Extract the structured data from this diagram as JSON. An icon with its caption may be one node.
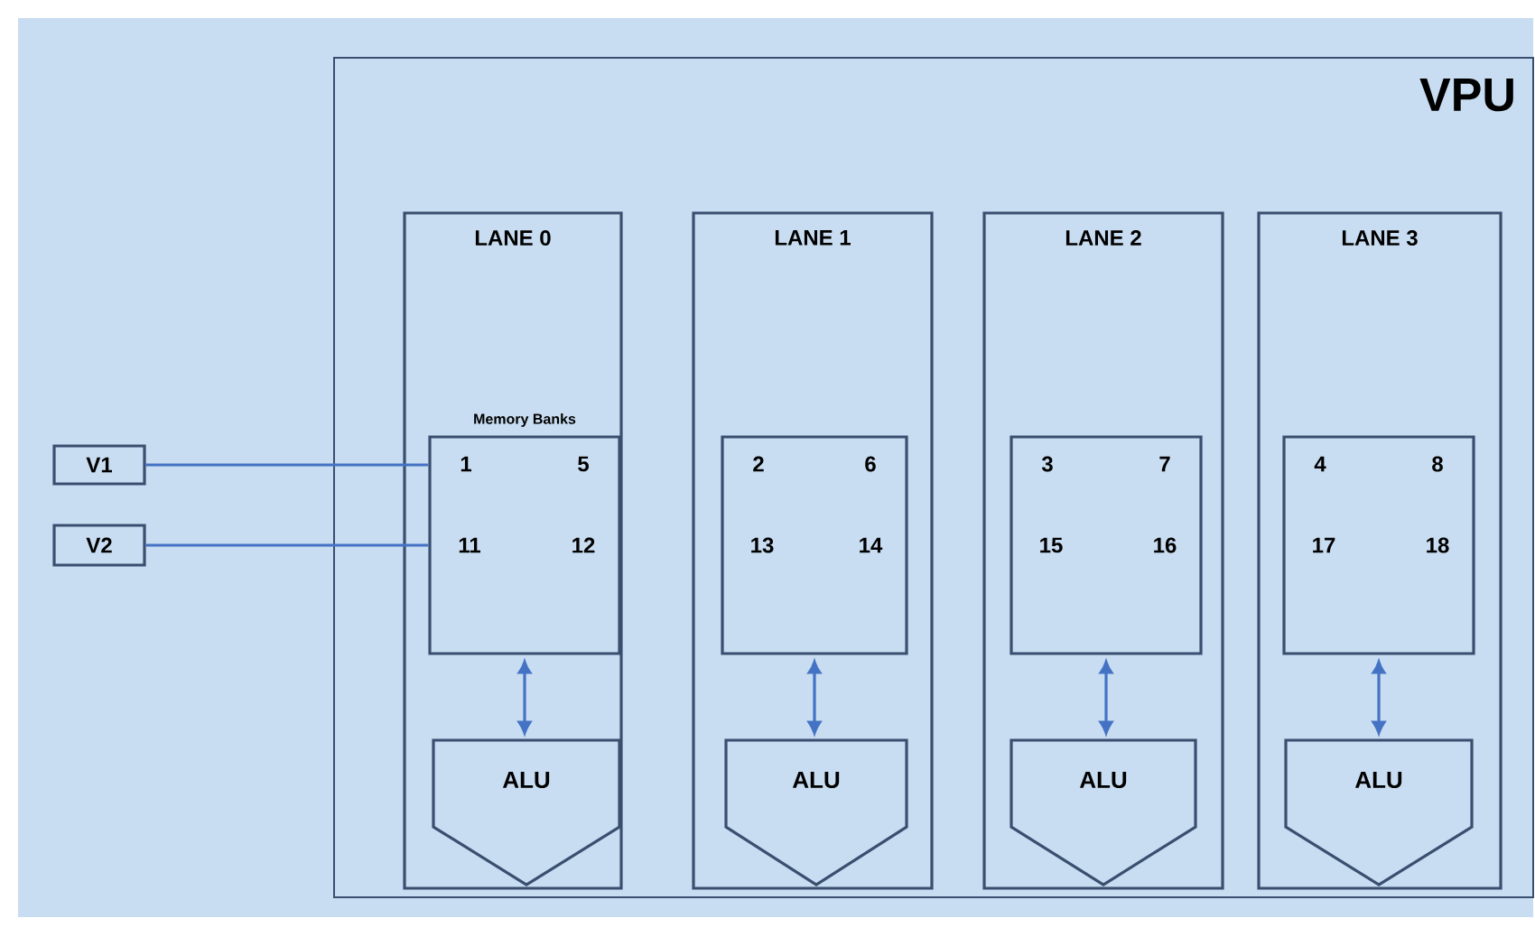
{
  "diagram": {
    "nodes": [
      {
        "text": [
          "VPU"
        ]
      },
      {
        "text": [
          "LANE 0"
        ],
        "in": 0
      },
      {
        "text": [
          "Memory Banks",
          "1",
          "5",
          "11",
          "12"
        ],
        "in": 1
      },
      {
        "text": [
          "ALU"
        ],
        "in": 1
      },
      {
        "text": [
          "LANE 1"
        ],
        "in": 0
      },
      {
        "text": [
          "2",
          "6",
          "13",
          "14"
        ],
        "in": 4
      },
      {
        "text": [
          "ALU"
        ],
        "in": 4
      },
      {
        "text": [
          "LANE 2"
        ],
        "in": 0
      },
      {
        "text": [
          "3",
          "7",
          "15",
          "16"
        ],
        "in": 7
      },
      {
        "text": [
          "ALU"
        ],
        "in": 7
      },
      {
        "text": [
          "LANE 3"
        ],
        "in": 0
      },
      {
        "text": [
          "4",
          "8",
          "17",
          "18"
        ],
        "in": 10
      },
      {
        "text": [
          "ALU"
        ],
        "in": 10
      },
      {
        "text": [
          "V1"
        ]
      },
      {
        "text": [
          "V2"
        ]
      }
    ],
    "edges": [
      {
        "from": 13,
        "to": 2,
        "arrow": "none"
      },
      {
        "from": 14,
        "to": 2,
        "arrow": "none"
      },
      {
        "from": 2,
        "to": 3,
        "arrow": "both"
      },
      {
        "from": 5,
        "to": 6,
        "arrow": "both"
      },
      {
        "from": 8,
        "to": 9,
        "arrow": "both"
      },
      {
        "from": 11,
        "to": 12,
        "arrow": "both"
      }
    ]
  }
}
